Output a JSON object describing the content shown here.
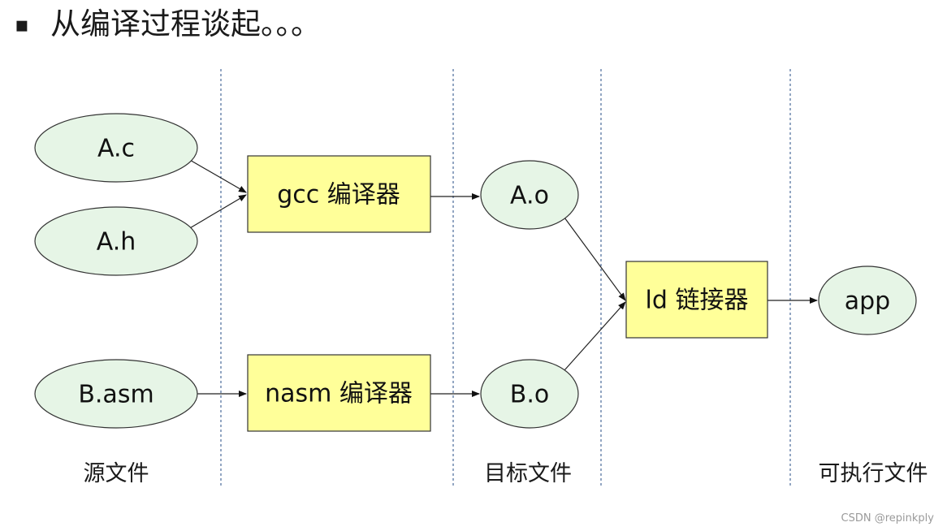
{
  "title": {
    "bullet": "▪",
    "text": "从编译过程谈起。。。"
  },
  "nodes": {
    "a_c": "A.c",
    "a_h": "A.h",
    "b_asm": "B.asm",
    "gcc": "gcc 编译器",
    "nasm": "nasm 编译器",
    "a_o": "A.o",
    "b_o": "B.o",
    "ld": "ld 链接器",
    "app": "app"
  },
  "columns": {
    "source": "源文件",
    "object": "目标文件",
    "executable": "可执行文件"
  },
  "watermark": "CSDN @repinkply",
  "colors": {
    "file_fill": "#e6f5e6",
    "tool_fill": "#ffff99",
    "divider": "#4a6a9a"
  }
}
